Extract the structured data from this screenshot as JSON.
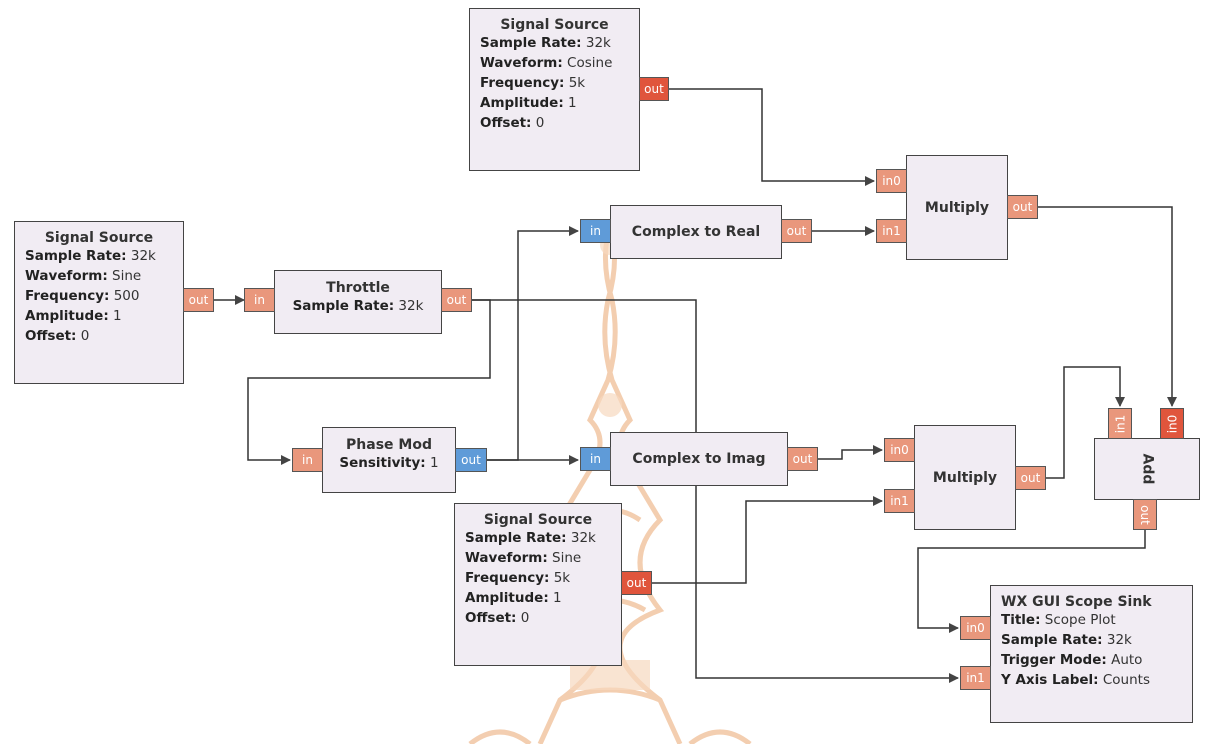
{
  "colors": {
    "block_fill": "#f1ecf3",
    "port_float": "#e9977c",
    "port_float_active": "#e0553c",
    "port_complex": "#5f9bd8",
    "wire": "#333333"
  },
  "blocks": {
    "sig_top": {
      "title": "Signal Source",
      "params": [
        {
          "k": "Sample Rate:",
          "v": "32k"
        },
        {
          "k": "Waveform:",
          "v": "Cosine"
        },
        {
          "k": "Frequency:",
          "v": "5k"
        },
        {
          "k": "Amplitude:",
          "v": "1"
        },
        {
          "k": "Offset:",
          "v": "0"
        }
      ],
      "ports": [
        "out"
      ]
    },
    "sig_left": {
      "title": "Signal Source",
      "params": [
        {
          "k": "Sample Rate:",
          "v": "32k"
        },
        {
          "k": "Waveform:",
          "v": "Sine"
        },
        {
          "k": "Frequency:",
          "v": "500"
        },
        {
          "k": "Amplitude:",
          "v": "1"
        },
        {
          "k": "Offset:",
          "v": "0"
        }
      ],
      "ports": [
        "out"
      ]
    },
    "sig_bottom": {
      "title": "Signal Source",
      "params": [
        {
          "k": "Sample Rate:",
          "v": "32k"
        },
        {
          "k": "Waveform:",
          "v": "Sine"
        },
        {
          "k": "Frequency:",
          "v": "5k"
        },
        {
          "k": "Amplitude:",
          "v": "1"
        },
        {
          "k": "Offset:",
          "v": "0"
        }
      ],
      "ports": [
        "out"
      ]
    },
    "throttle": {
      "title": "Throttle",
      "params": [
        {
          "k": "Sample Rate:",
          "v": "32k"
        }
      ],
      "ports": [
        "in",
        "out"
      ]
    },
    "phase_mod": {
      "title": "Phase Mod",
      "params": [
        {
          "k": "Sensitivity:",
          "v": "1"
        }
      ],
      "ports": [
        "in",
        "out"
      ]
    },
    "c2real": {
      "title": "Complex to Real",
      "ports": [
        "in",
        "out"
      ]
    },
    "c2imag": {
      "title": "Complex to Imag",
      "ports": [
        "in",
        "out"
      ]
    },
    "mult_top": {
      "title": "Multiply",
      "ports": [
        "in0",
        "in1",
        "out"
      ]
    },
    "mult_bottom": {
      "title": "Multiply",
      "ports": [
        "in0",
        "in1",
        "out"
      ]
    },
    "add": {
      "title": "Add",
      "ports": [
        "in1",
        "in0",
        "out"
      ]
    },
    "scope": {
      "title": "WX GUI Scope Sink",
      "params": [
        {
          "k": "Title:",
          "v": "Scope Plot"
        },
        {
          "k": "Sample Rate:",
          "v": "32k"
        },
        {
          "k": "Trigger Mode:",
          "v": "Auto"
        },
        {
          "k": "Y Axis Label:",
          "v": "Counts"
        }
      ],
      "ports": [
        "in0",
        "in1"
      ]
    }
  }
}
